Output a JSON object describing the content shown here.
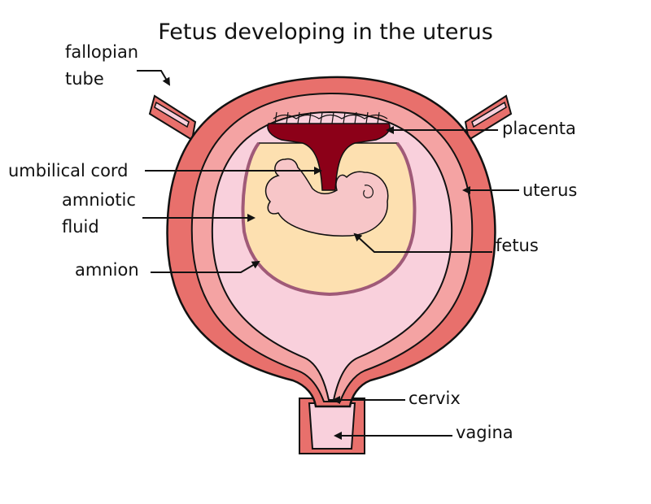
{
  "title": "Fetus developing in the uterus",
  "labels": {
    "fallopian_tube": [
      "fallopian",
      "tube"
    ],
    "placenta": "placenta",
    "umbilical_cord": "umbilical cord",
    "uterus": "uterus",
    "amniotic_fluid": [
      "amniotic",
      "fluid"
    ],
    "fetus": "fetus",
    "amnion": "amnion",
    "cervix": "cervix",
    "vagina": "vagina"
  },
  "colors": {
    "uterus_wall": "#e8706c",
    "uterus_inner": "#f4a3a3",
    "cavity": "#f9d0dc",
    "amniotic_fluid": "#fde0b0",
    "amnion": "#a05a78",
    "placenta": "#8c0018",
    "fetus": "#f7c6c8",
    "outline": "#111111"
  }
}
